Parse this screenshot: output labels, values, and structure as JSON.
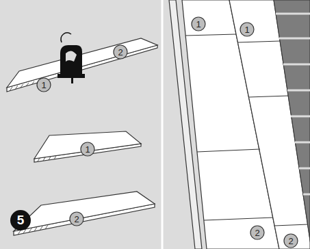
{
  "diagram": {
    "nodes": [
      {
        "text": [
          "2"
        ]
      },
      {
        "text": [
          "1"
        ]
      },
      {
        "text": [
          "1"
        ]
      },
      {
        "text": [
          "5"
        ]
      },
      {
        "text": [
          "2"
        ]
      },
      {
        "text": [
          "1"
        ]
      },
      {
        "text": [
          "1"
        ]
      },
      {
        "text": [
          "2"
        ]
      },
      {
        "text": [
          "2"
        ]
      }
    ]
  }
}
